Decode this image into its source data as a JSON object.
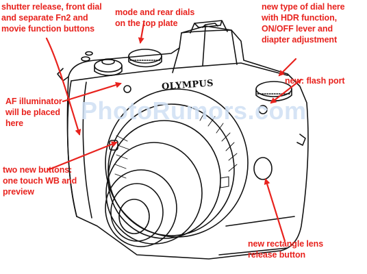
{
  "watermark": "PhotoRumors.com",
  "brand": "OLYMPUS",
  "colors": {
    "annotation": "#e8231e",
    "line": "#111111",
    "watermark": "#cfe0f4"
  },
  "annotations": [
    {
      "id": "shutter",
      "text": "shutter release, front dial\nand separate Fn2 and\nmovie function buttons"
    },
    {
      "id": "mode",
      "text": "mode and rear dials\non the top plate"
    },
    {
      "id": "hdr",
      "text": "new type of dial here\nwith HDR function,\nON/OFF lever and\ndiapter adjustment"
    },
    {
      "id": "af",
      "text": "AF illuminator\nwill be placed\nhere"
    },
    {
      "id": "flash",
      "text": "new: flash port"
    },
    {
      "id": "buttons",
      "text": "two new buttons:\none touch WB and\npreview"
    },
    {
      "id": "release",
      "text": "new rectangle lens\nrelease button"
    }
  ]
}
